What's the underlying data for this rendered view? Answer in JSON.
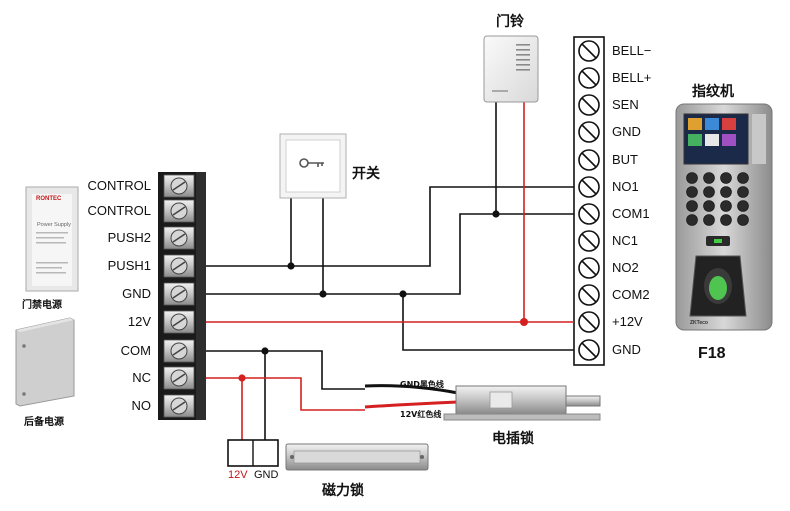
{
  "controller_terminals": [
    "CONTROL",
    "CONTROL",
    "PUSH2",
    "PUSH1",
    "GND",
    "12V",
    "COM",
    "NC",
    "NO"
  ],
  "f18_terminals": [
    "BELL−",
    "BELL+",
    "SEN",
    "GND",
    "BUT",
    "NO1",
    "COM1",
    "NC1",
    "NO2",
    "COM2",
    "+12V",
    "GND"
  ],
  "labels": {
    "doorbell": "门铃",
    "fingerprint": "指纹机",
    "model": "F18",
    "switch": "开关",
    "access_power": "门禁电源",
    "backup_power": "后备电源",
    "electric_bolt": "电插锁",
    "magnetic_lock": "磁力锁",
    "gnd_wire": "GND黑色线",
    "v12_wire": "12V红色线",
    "mag_12v": "12V",
    "mag_gnd": "GND"
  },
  "device_text": {
    "psu_brand": "RONTEC",
    "psu_title": "Power Supply",
    "zk_logo": "ZKTeco"
  },
  "colors": {
    "red_wire": "#d42020",
    "black_wire": "#111111",
    "label_red": "#c01818"
  }
}
